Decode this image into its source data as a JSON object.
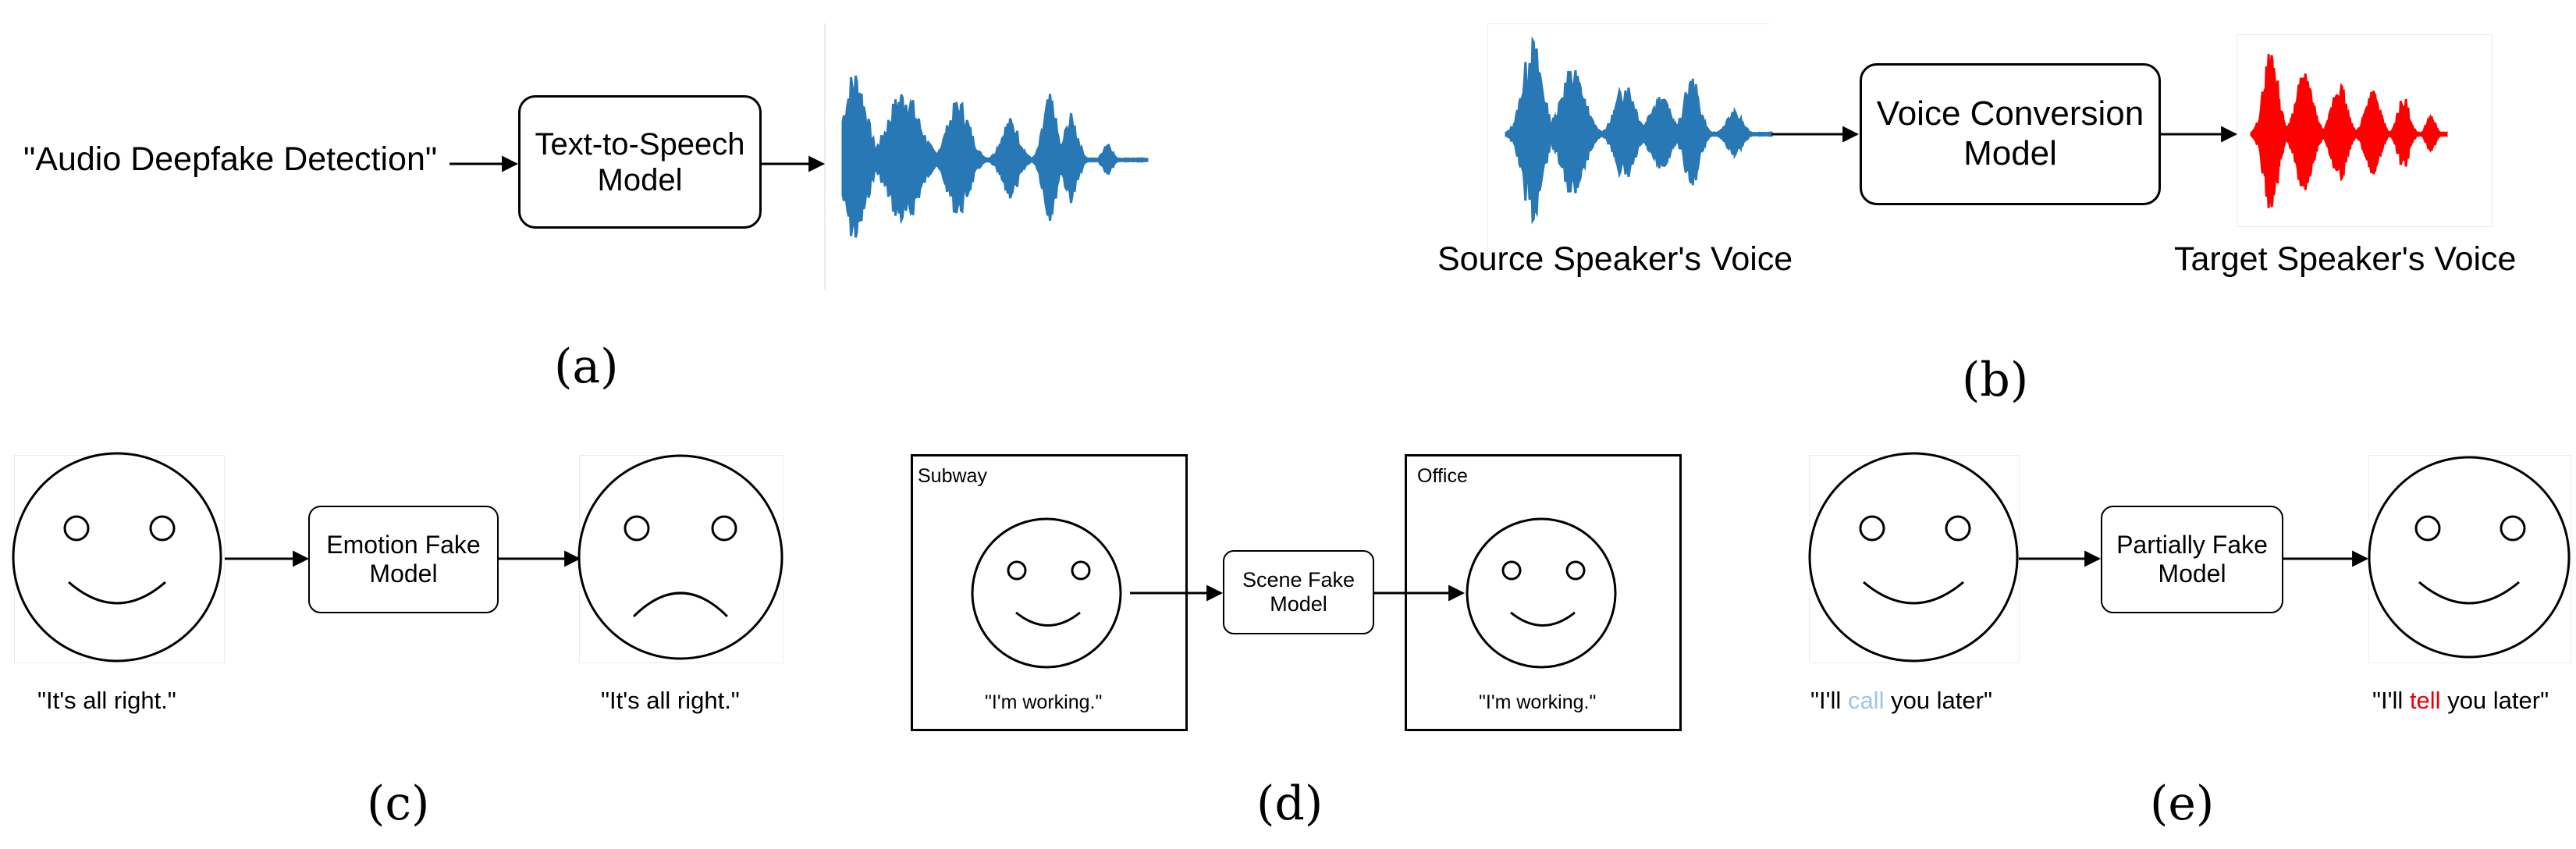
{
  "panel_a": {
    "input_text": "\"Audio Deepfake Detection\"",
    "model_label": "Text-to-Speech Model",
    "caption": "(a)"
  },
  "panel_b": {
    "model_label": "Voice Conversion Model",
    "source_label": "Source Speaker's Voice",
    "target_label": "Target Speaker's Voice",
    "caption": "(b)"
  },
  "panel_c": {
    "model_label": "Emotion Fake Model",
    "before_text": "\"It's all right.\"",
    "after_text": "\"It's all right.\"",
    "caption": "(c)"
  },
  "panel_d": {
    "left_scene": "Subway",
    "right_scene": "Office",
    "model_label": "Scene Fake Model",
    "left_text": "\"I'm working.\"",
    "right_text": "\"I'm working.\"",
    "caption": "(d)"
  },
  "panel_e": {
    "model_label": "Partially Fake Model",
    "before_prefix": "\"I'll ",
    "before_word": "call",
    "before_suffix": " you later\"",
    "after_prefix": "\"I'll ",
    "after_word": "tell",
    "after_suffix": " you later\"",
    "caption": "(e)"
  },
  "colors": {
    "waveform_blue": "#2878b5",
    "waveform_red": "#ff0000",
    "highlight_blue": "#9fc5e8",
    "highlight_red": "#e8000b"
  }
}
